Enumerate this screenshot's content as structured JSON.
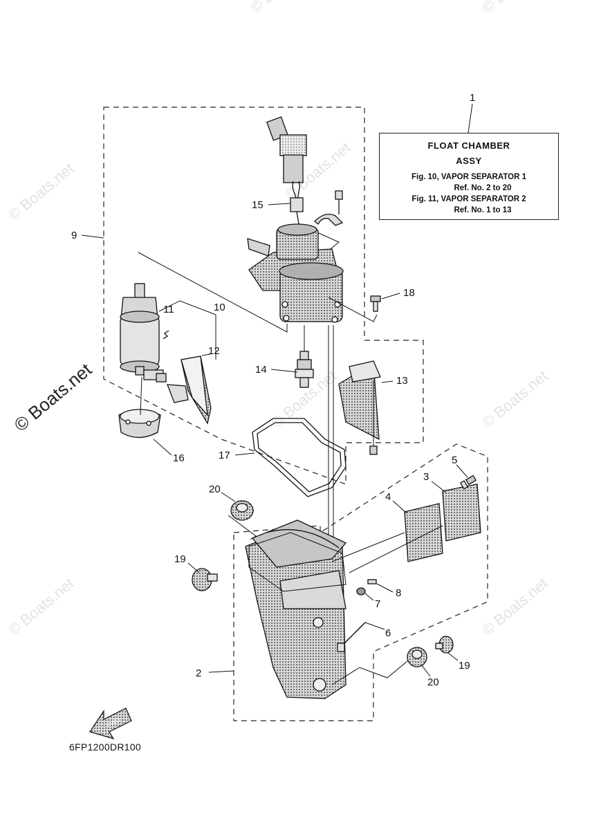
{
  "title_box": {
    "line1": "FLOAT CHAMBER",
    "line2": "ASSY",
    "ref1": "Fig. 10, VAPOR SEPARATOR 1",
    "ref1_sub": "Ref. No. 2 to 20",
    "ref2": "Fig. 11, VAPOR SEPARATOR 2",
    "ref2_sub": "Ref. No. 1 to 13"
  },
  "diagram_code": "6FP1200DR100",
  "watermark": "© Boats.net",
  "direction_arrow_label": "FWD",
  "callouts": {
    "c1": "1",
    "c2": "2",
    "c3": "3",
    "c4": "4",
    "c5": "5",
    "c6": "6",
    "c7": "7",
    "c8": "8",
    "c9": "9",
    "c10": "10",
    "c11": "11",
    "c12": "12",
    "c13": "13",
    "c14": "14",
    "c15": "15",
    "c16": "16",
    "c17": "17",
    "c18": "18",
    "c19a": "19",
    "c19b": "19",
    "c20a": "20",
    "c20b": "20"
  },
  "colors": {
    "line": "#111111",
    "shade": "#9a9a9a",
    "watermark": "#e2e2e2"
  }
}
